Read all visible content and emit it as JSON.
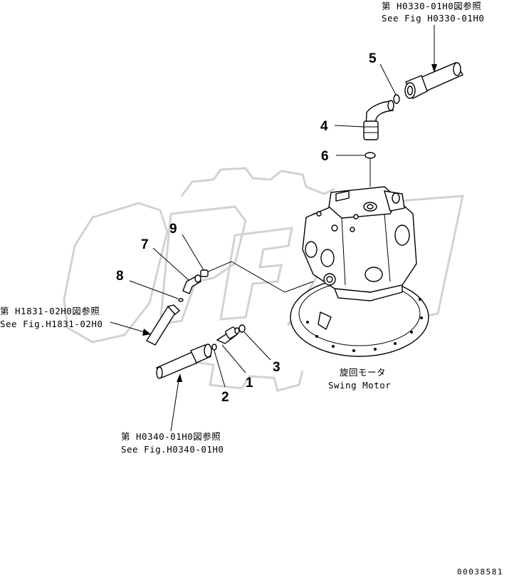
{
  "references": {
    "top": {
      "line1": "第 H0330-01H0図参照",
      "line2": "See Fig H0330-01H0"
    },
    "left": {
      "line1": "第 H1831-02H0図参照",
      "line2": "See Fig.H1831-02H0"
    },
    "bottom": {
      "line1": "第 H0340-01H0図参照",
      "line2": "See Fig.H0340-01H0"
    }
  },
  "motor_label": {
    "jp": "旋回モータ",
    "en": "Swing Motor"
  },
  "callouts": [
    "1",
    "2",
    "3",
    "4",
    "5",
    "6",
    "7",
    "8",
    "9"
  ],
  "watermark_text": "OPEX",
  "doc_number": "00038581"
}
